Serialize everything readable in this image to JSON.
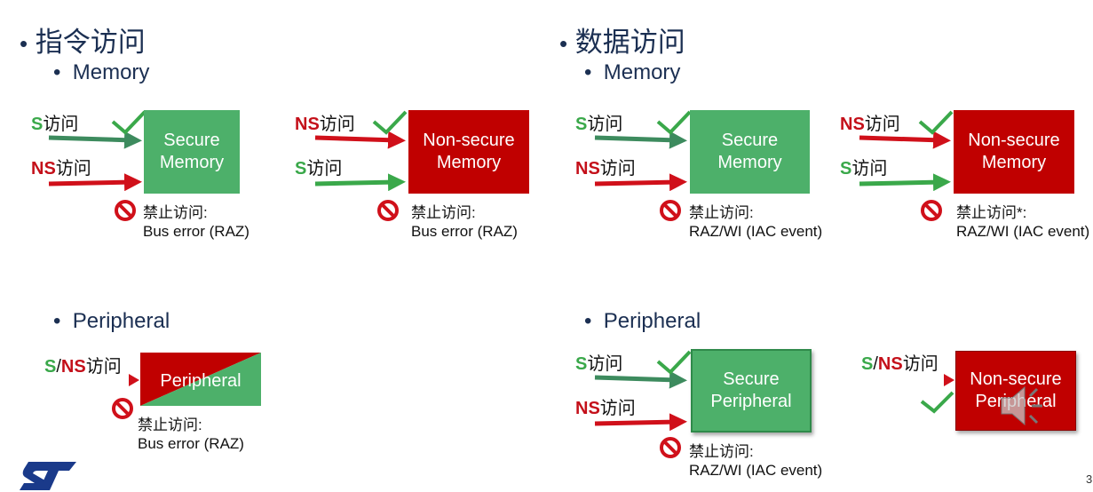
{
  "sections": {
    "instruction": {
      "title": "指令访问"
    },
    "data": {
      "title": "数据访问"
    }
  },
  "sub": {
    "memory": "Memory",
    "peripheral": "Peripheral"
  },
  "labels": {
    "s": "S",
    "ns": "NS",
    "access": "访问",
    "slash": "/"
  },
  "boxes": {
    "secure_memory": [
      "Secure",
      "Memory"
    ],
    "nonsecure_memory": [
      "Non-secure",
      "Memory"
    ],
    "peripheral": "Peripheral",
    "secure_peripheral": [
      "Secure",
      "Peripheral"
    ],
    "nonsecure_peripheral": [
      "Non-secure",
      "Peripheral"
    ]
  },
  "deny": {
    "forbidden": "禁止访问:",
    "forbidden_star": "禁止访问*:",
    "bus_error": "Bus error (RAZ)",
    "raz_wi": "RAZ/WI (IAC event)"
  },
  "page_number": "3",
  "colors": {
    "green_box": "#4db06a",
    "red_box": "#c00000",
    "green_arrow": "#3aa84a",
    "red_arrow": "#d0101a",
    "dark_green_arrow": "#3d8b5e",
    "title": "#1b2f52",
    "logo": "#1a3a8a"
  },
  "icons": [
    "check-icon",
    "no-entry-icon",
    "speaker-icon",
    "st-logo"
  ]
}
